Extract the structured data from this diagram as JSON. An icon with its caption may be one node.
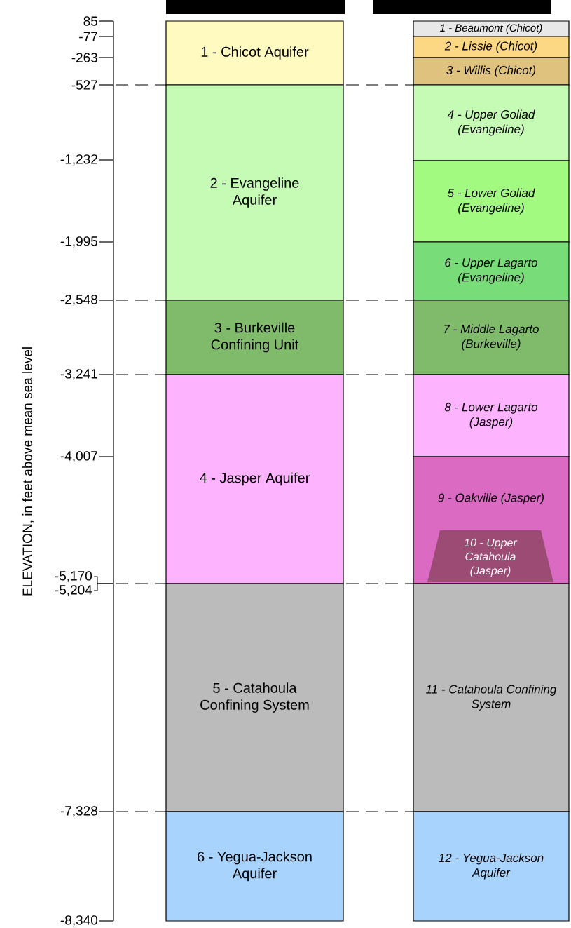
{
  "diagram": {
    "nodes": [
      {
        "text": [],
        "shape": "bar"
      },
      {
        "text": [],
        "shape": "bar"
      },
      {
        "text": [
          "1 - Chicot Aquifer"
        ]
      },
      {
        "text": [
          "2 - Evangeline Aquifer"
        ]
      },
      {
        "text": [
          "3 - Burkeville Confining Unit"
        ]
      },
      {
        "text": [
          "4 - Jasper Aquifer"
        ]
      },
      {
        "text": [
          "5 - Catahoula Confining System"
        ]
      },
      {
        "text": [
          "6 - Yegua-Jackson Aquifer"
        ]
      },
      {
        "text": [
          "1 - Beaumont (Chicot)"
        ]
      },
      {
        "text": [
          "2 - Lissie (Chicot)"
        ]
      },
      {
        "text": [
          "3 - Willis (Chicot)"
        ]
      },
      {
        "text": [
          "4 - Upper Goliad (Evangeline)"
        ]
      },
      {
        "text": [
          "5 - Lower Goliad (Evangeline)"
        ]
      },
      {
        "text": [
          "6 - Upper Lagarto (Evangeline)"
        ]
      },
      {
        "text": [
          "7 - Middle Lagarto (Burkeville)"
        ]
      },
      {
        "text": [
          "8 - Lower Lagarto (Jasper)"
        ]
      },
      {
        "text": [
          "9 - Oakville (Jasper)"
        ]
      },
      {
        "text": [
          "10 - Upper Catahoula (Jasper)"
        ],
        "in": 16
      },
      {
        "text": [
          "11 - Catahoula Confining System"
        ]
      },
      {
        "text": [
          "12 - Yegua-Jackson Aquifer"
        ]
      }
    ],
    "labels": [
      "85",
      "-77",
      "-263",
      "-527",
      "-1,232",
      "-1,995",
      "-2,548",
      "-3,241",
      "-4,007",
      "-5,170",
      "-5,204",
      "-7,328",
      "-8,340",
      "ELEVATION, in feet above mean sea level"
    ]
  }
}
